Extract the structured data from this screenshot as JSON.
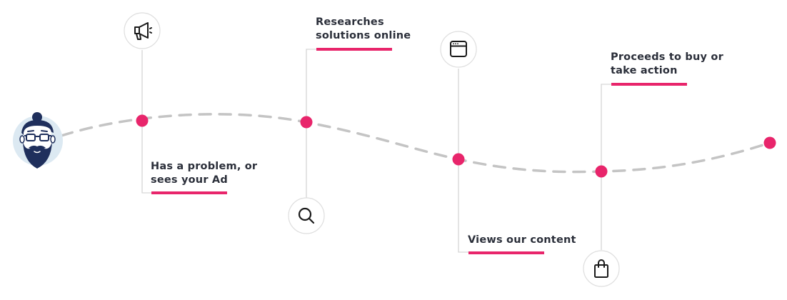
{
  "journey": {
    "steps": [
      {
        "id": "problem",
        "lines": [
          "Has a problem, or",
          "sees your Ad"
        ],
        "icon": "megaphone-icon"
      },
      {
        "id": "research",
        "lines": [
          "Researches",
          "solutions online"
        ],
        "icon": "search-icon"
      },
      {
        "id": "content",
        "lines": [
          "Views our content"
        ],
        "icon": "browser-window-icon"
      },
      {
        "id": "buy",
        "lines": [
          "Proceeds to buy or",
          "take action"
        ],
        "icon": "shopping-bag-icon"
      }
    ],
    "avatar_icon": "bearded-man-avatar-icon",
    "colors": {
      "accent": "#e8256b",
      "path": "#c4c4c4",
      "connector": "#d6d6d6",
      "text": "#2b2f3a",
      "avatar_bg": "#dce9f2",
      "avatar_hair": "#1f2f5c"
    }
  }
}
